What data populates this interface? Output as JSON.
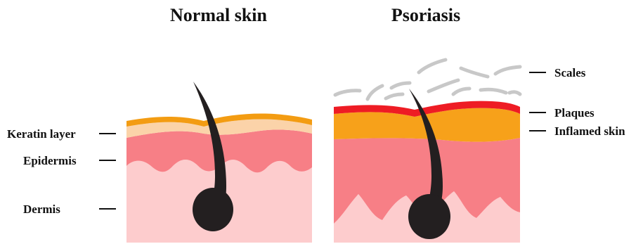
{
  "titles": {
    "normal": "Normal skin",
    "psoriasis": "Psoriasis"
  },
  "labels": {
    "keratin_layer": "Keratin layer",
    "epidermis": "Epidermis",
    "dermis": "Dermis",
    "scales": "Scales",
    "plaques": "Plaques",
    "inflamed_skin": "Inflamed skin"
  },
  "colors": {
    "keratin": "#f39c12",
    "keratin_light": "#fbd3a9",
    "epidermis": "#f77f86",
    "dermis": "#fdcccd",
    "plaque": "#ee1c24",
    "inflamed": "#f7a11a",
    "scale": "#c8c8c8",
    "hair": "#231f20"
  }
}
